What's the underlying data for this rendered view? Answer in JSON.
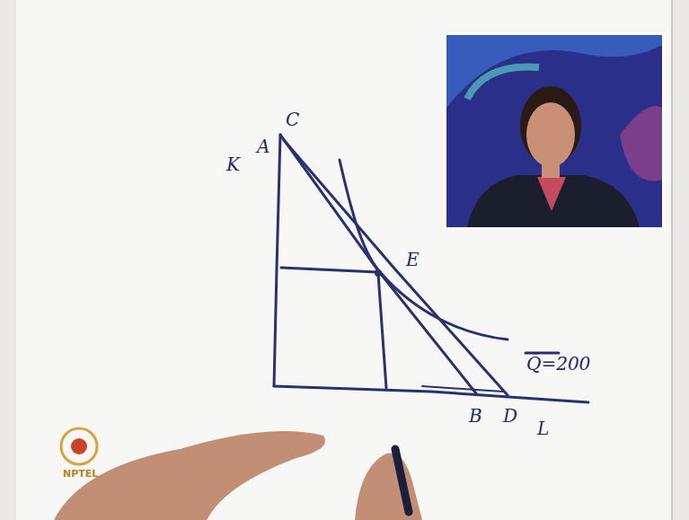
{
  "diagram": {
    "labels": [
      "C",
      "A",
      "K",
      "E",
      "Q̄=200",
      "B",
      "D",
      "L",
      "NPTEL"
    ]
  }
}
